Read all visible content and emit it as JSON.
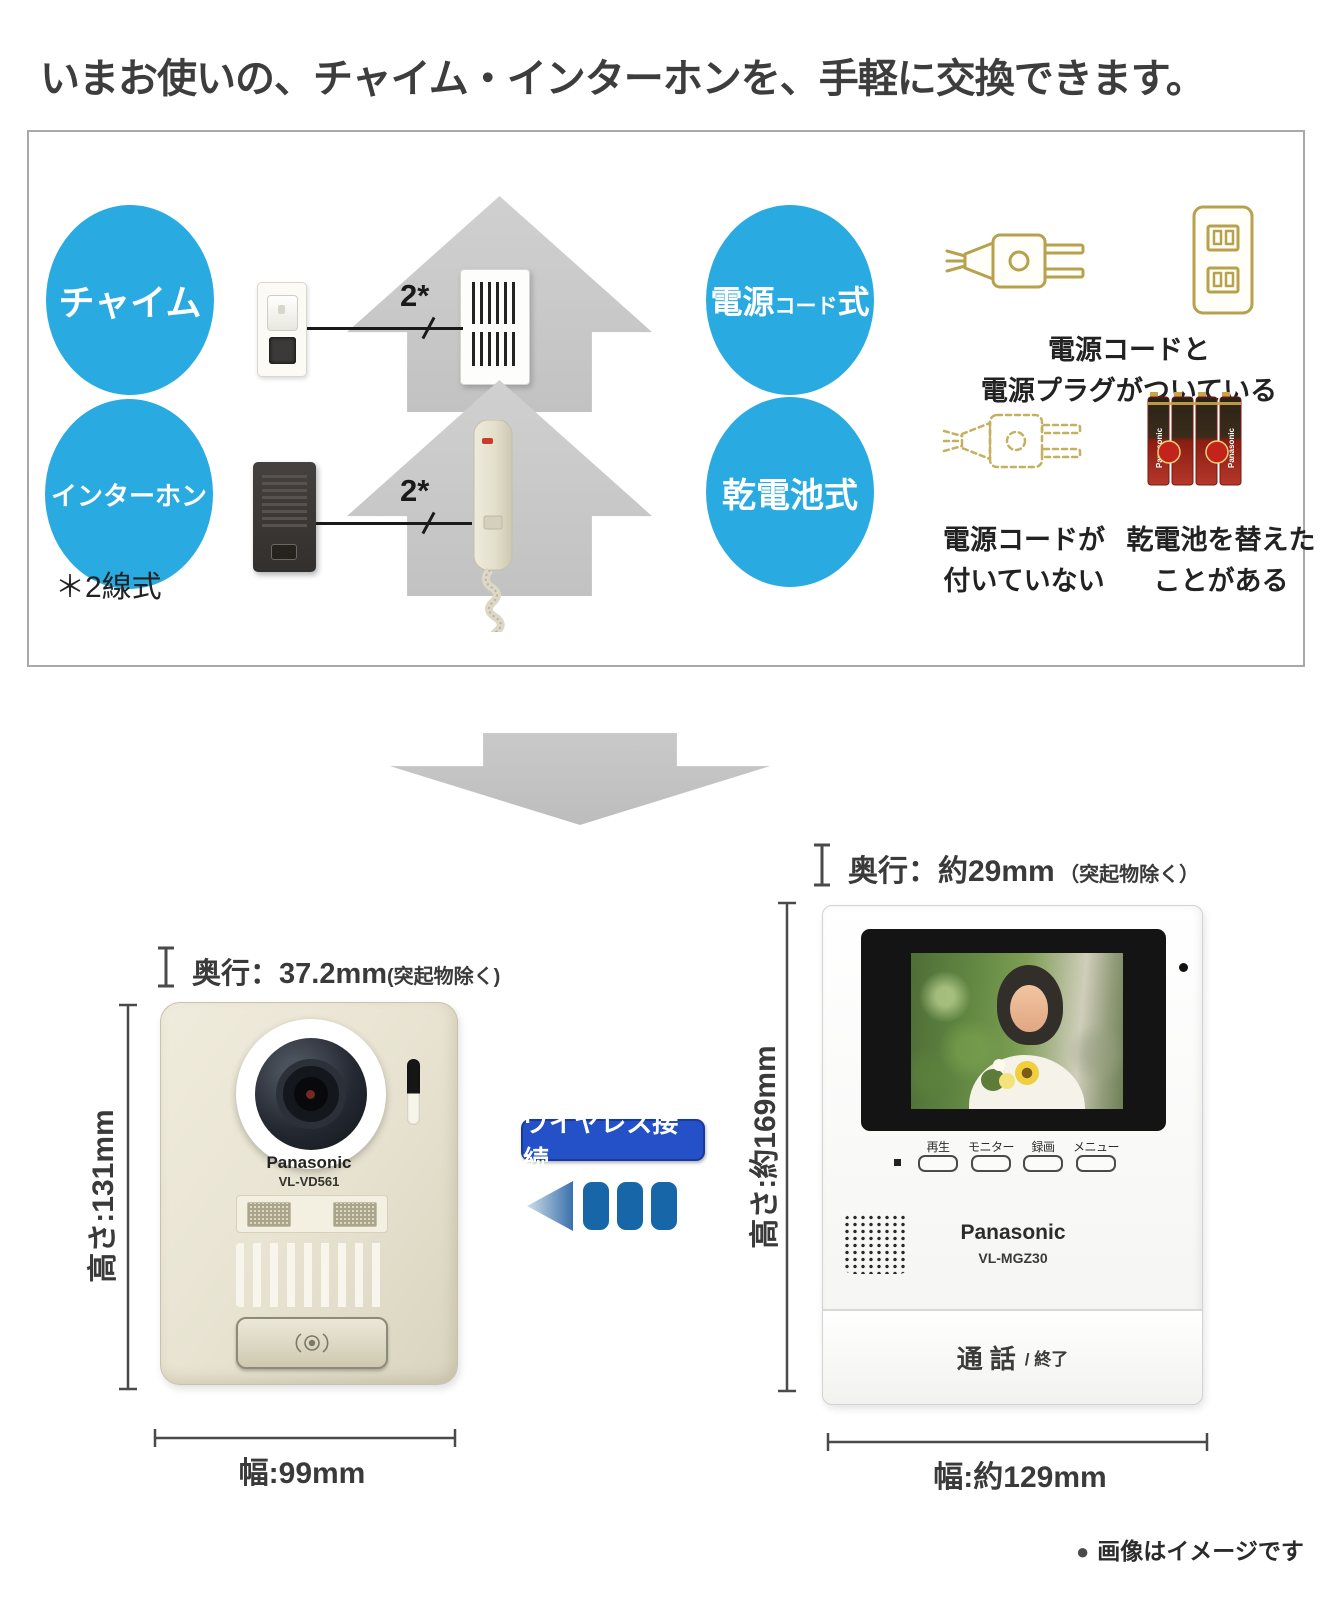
{
  "title": "いまお使いの、チャイム・インターホンを、手軽に交換できます。",
  "upgrade_box": {
    "chime": {
      "badge": "チャイム",
      "wire_label": "2*"
    },
    "interphone": {
      "badge": "インターホン",
      "wire_label": "2*"
    },
    "note": "＊2線式",
    "power_cord": {
      "badge_head": "電源",
      "badge_mid": "コード",
      "badge_tail": "式",
      "caption_line1": "電源コードと",
      "caption_line2": "電源プラグがついている"
    },
    "battery": {
      "badge": "乾電池式",
      "plug_caption_line1": "電源コードが",
      "plug_caption_line2": "付いていない",
      "battery_caption_line1": "乾電池を替えた",
      "battery_caption_line2": "ことがある",
      "battery_brand": "Panasonic"
    }
  },
  "door_station": {
    "depth": "奥行：37.2mm",
    "depth_note": "(突起物除く)",
    "height": "高さ:131mm",
    "width": "幅:99mm",
    "brand": "Panasonic",
    "model": "VL-VD561"
  },
  "wireless": {
    "label": "ワイヤレス接続"
  },
  "monitor": {
    "depth": "奥行：約29mm",
    "depth_note": "（突起物除く）",
    "height": "高さ:約169mm",
    "width": "幅:約129mm",
    "brand": "Panasonic",
    "model": "VL-MGZ30",
    "buttons": [
      "再生",
      "モニター",
      "録画",
      "メニュー"
    ],
    "talk": "通話",
    "talk_sub": "/ 終了"
  },
  "footer": {
    "bullet": "●",
    "note": "画像はイメージです"
  },
  "colors": {
    "accent_blue": "#29ABE2",
    "wireless_badge_blue": "#2450C8",
    "signal_blue": "#1767A8",
    "plug_gold": "#B8A14C",
    "arrow_gray": "#C8C8C8"
  }
}
